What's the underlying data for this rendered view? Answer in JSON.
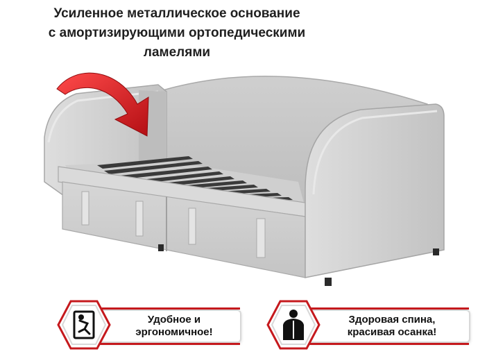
{
  "headline": {
    "line1": "Усиленное металлическое основание",
    "line2": "с амортизирующими ортопедическими",
    "line3": "ламелями"
  },
  "badges": [
    {
      "line1": "Удобное и",
      "line2": "эргономичное!",
      "icon": "ergonomic-person-icon"
    },
    {
      "line1": "Здоровая спина,",
      "line2": "красивая осанка!",
      "icon": "spine-back-icon"
    }
  ],
  "colors": {
    "accent_red": "#c5191d",
    "upholstery": "#c9c9c9",
    "slats": "#3a3a3a"
  }
}
